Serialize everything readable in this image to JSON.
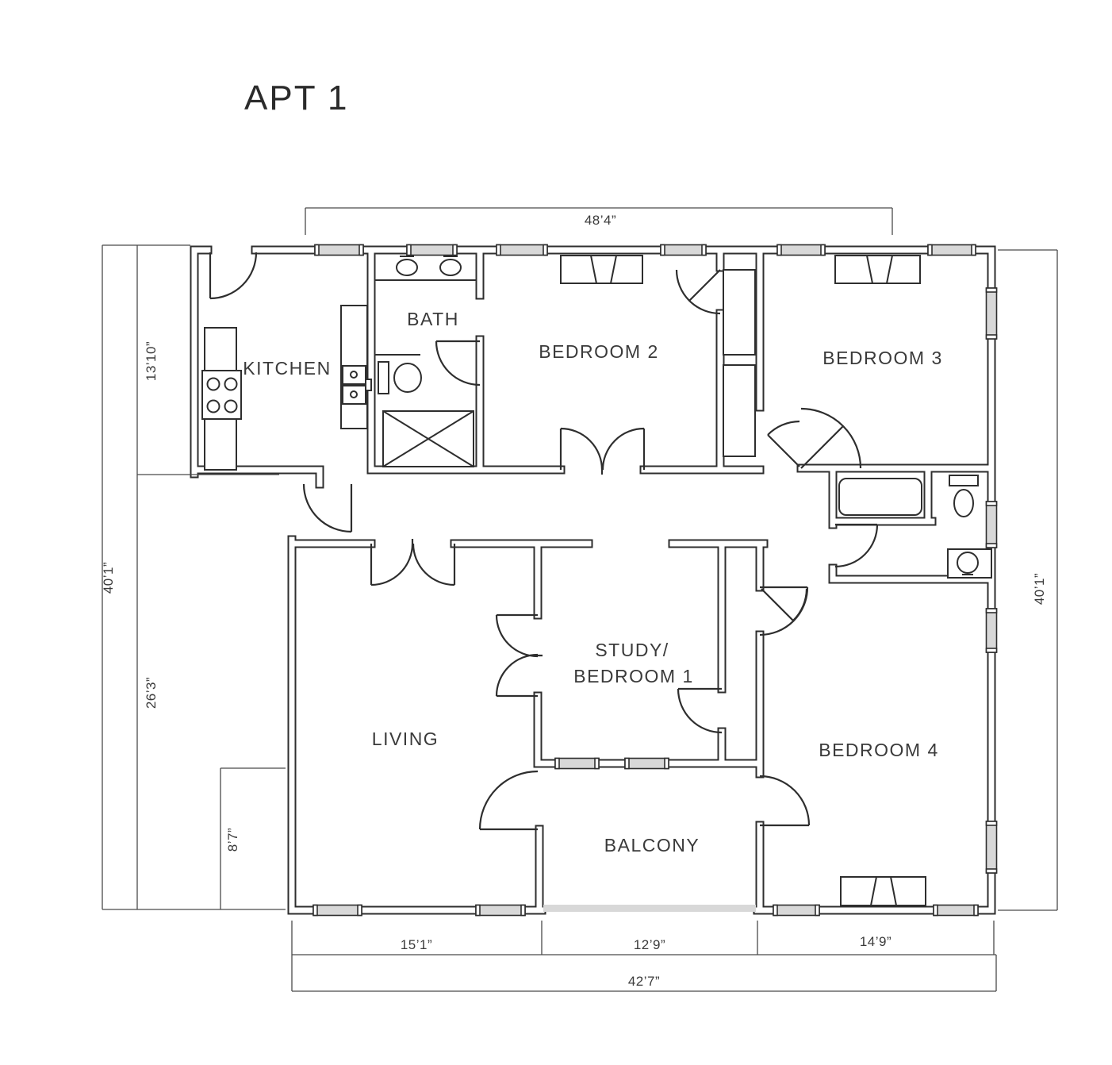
{
  "title": "APT 1",
  "rooms": {
    "kitchen": "KITCHEN",
    "bath": "BATH",
    "bedroom2": "BEDROOM 2",
    "bedroom3": "BEDROOM 3",
    "study_line1": "STUDY/",
    "study_line2": "BEDROOM 1",
    "living": "LIVING",
    "balcony": "BALCONY",
    "bedroom4": "BEDROOM 4"
  },
  "dimensions": {
    "top_width": "48’4”",
    "left_total": "40’1”",
    "left_upper": "13’10”",
    "left_lower": "26’3”",
    "left_inset": "8’7”",
    "right_total": "40’1”",
    "bottom_living": "15’1”",
    "bottom_balcony": "12’9”",
    "bottom_bedroom4": "14’9”",
    "bottom_total": "42’7”"
  },
  "colors": {
    "wall": "#2e2e2e",
    "window_fill": "#d8d8d8",
    "railing_fill": "#d8d8d8",
    "text": "#3a3a3a",
    "dim_line": "#4a4a4a"
  }
}
